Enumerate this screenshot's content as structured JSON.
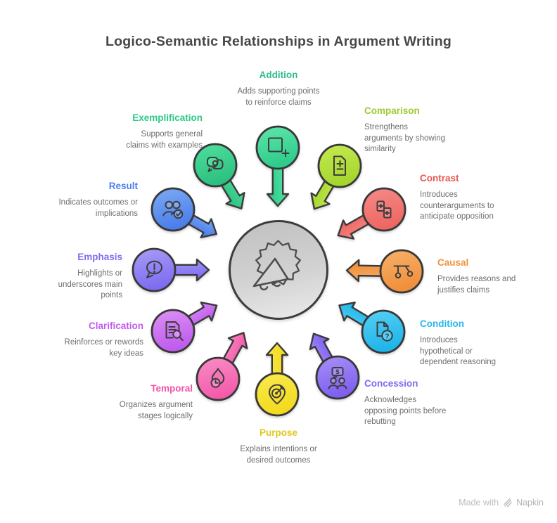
{
  "title": "Logico-Semantic Relationships in Argument Writing",
  "center": {
    "icon": "megaphone-burst-icon"
  },
  "footer": {
    "made_with": "Made with",
    "brand": "Napkin",
    "icon": "napkin-logo-icon"
  },
  "nodes": [
    {
      "id": "addition",
      "label": "Addition",
      "description": "Adds supporting points\nto reinforce claims",
      "icon": "square-plus-icon",
      "color_light": "#5ee6ab",
      "color": "#2ecb8a",
      "label_color": "#2fbe8a"
    },
    {
      "id": "comparison",
      "label": "Comparison",
      "description": "Strengthens\narguments by showing\nsimilarity",
      "icon": "document-plus-minus-icon",
      "color_light": "#c6ea52",
      "color": "#a4d62c",
      "label_color": "#9fca2f"
    },
    {
      "id": "contrast",
      "label": "Contrast",
      "description": "Introduces\ncounterarguments to\nanticipate opposition",
      "icon": "swap-panels-icon",
      "color_light": "#f58b87",
      "color": "#ee6662",
      "label_color": "#e85550"
    },
    {
      "id": "causal",
      "label": "Causal",
      "description": "Provides reasons and\njustifies claims",
      "icon": "pendulum-icon",
      "color_light": "#f6b168",
      "color": "#f08f3c",
      "label_color": "#f0923c"
    },
    {
      "id": "condition",
      "label": "Condition",
      "description": "Introduces\nhypothetical or\ndependent reasoning",
      "icon": "document-question-icon",
      "color_light": "#58d0f4",
      "color": "#1eb5ea",
      "label_color": "#29b7e9"
    },
    {
      "id": "concession",
      "label": "Concession",
      "description": "Acknowledges\nopposing points before\nrebutting",
      "icon": "people-dollar-bubble-icon",
      "color_light": "#a78ff6",
      "color": "#7e5ff0",
      "label_color": "#8468f0"
    },
    {
      "id": "purpose",
      "label": "Purpose",
      "description": "Explains intentions or\ndesired outcomes",
      "icon": "target-pin-icon",
      "color_light": "#f9ea4e",
      "color": "#f3da1e",
      "label_color": "#dfc81d"
    },
    {
      "id": "temporal",
      "label": "Temporal",
      "description": "Organizes argument\nstages logically",
      "icon": "flame-clock-icon",
      "color_light": "#f98dc7",
      "color": "#f45aa9",
      "label_color": "#f353a6"
    },
    {
      "id": "clarification",
      "label": "Clarification",
      "description": "Reinforces or rewords\nkey ideas",
      "icon": "document-magnifier-icon",
      "color_light": "#dc92f5",
      "color": "#c05bee",
      "label_color": "#c05cf0"
    },
    {
      "id": "emphasis",
      "label": "Emphasis",
      "description": "Highlights or\nunderscores main\npoints",
      "icon": "exclamation-bubble-icon",
      "color_light": "#a99df6",
      "color": "#7d6cf1",
      "label_color": "#7f6df1"
    },
    {
      "id": "result",
      "label": "Result",
      "description": "Indicates outcomes or\nimplications",
      "icon": "people-check-icon",
      "color_light": "#7daaf3",
      "color": "#4a7eeb",
      "label_color": "#4a80ec"
    },
    {
      "id": "exemplification",
      "label": "Exemplification",
      "description": "Supports general\nclaims with examples",
      "icon": "idea-bubbles-icon",
      "color_light": "#4fdf9e",
      "color": "#2cc07f",
      "label_color": "#2ec886"
    }
  ]
}
